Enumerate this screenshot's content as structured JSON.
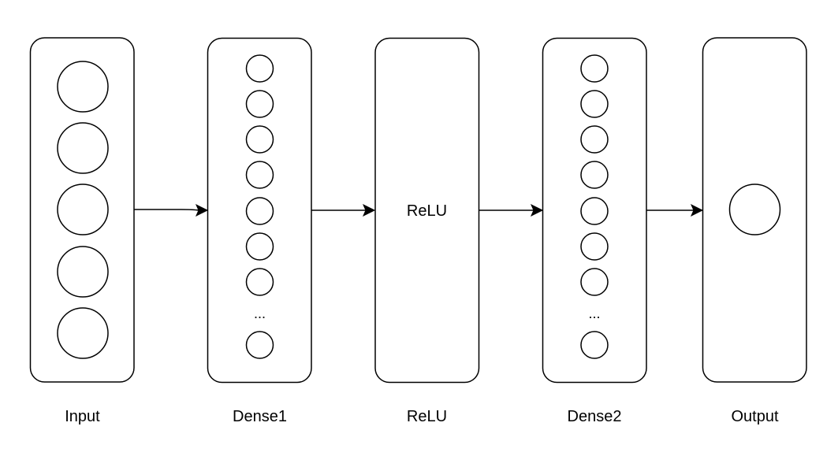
{
  "diagram": {
    "layers": [
      {
        "id": "input",
        "label": "Input",
        "neurons": 5
      },
      {
        "id": "dense1",
        "label": "Dense1",
        "neurons": 8,
        "ellipsis": "..."
      },
      {
        "id": "relu",
        "label": "ReLU",
        "box_text": "ReLU"
      },
      {
        "id": "dense2",
        "label": "Dense2",
        "neurons": 8,
        "ellipsis": "..."
      },
      {
        "id": "output",
        "label": "Output",
        "neurons": 1
      }
    ],
    "connections": [
      {
        "from": "input",
        "to": "dense1"
      },
      {
        "from": "dense1",
        "to": "relu"
      },
      {
        "from": "relu",
        "to": "dense2"
      },
      {
        "from": "dense2",
        "to": "output"
      }
    ]
  }
}
